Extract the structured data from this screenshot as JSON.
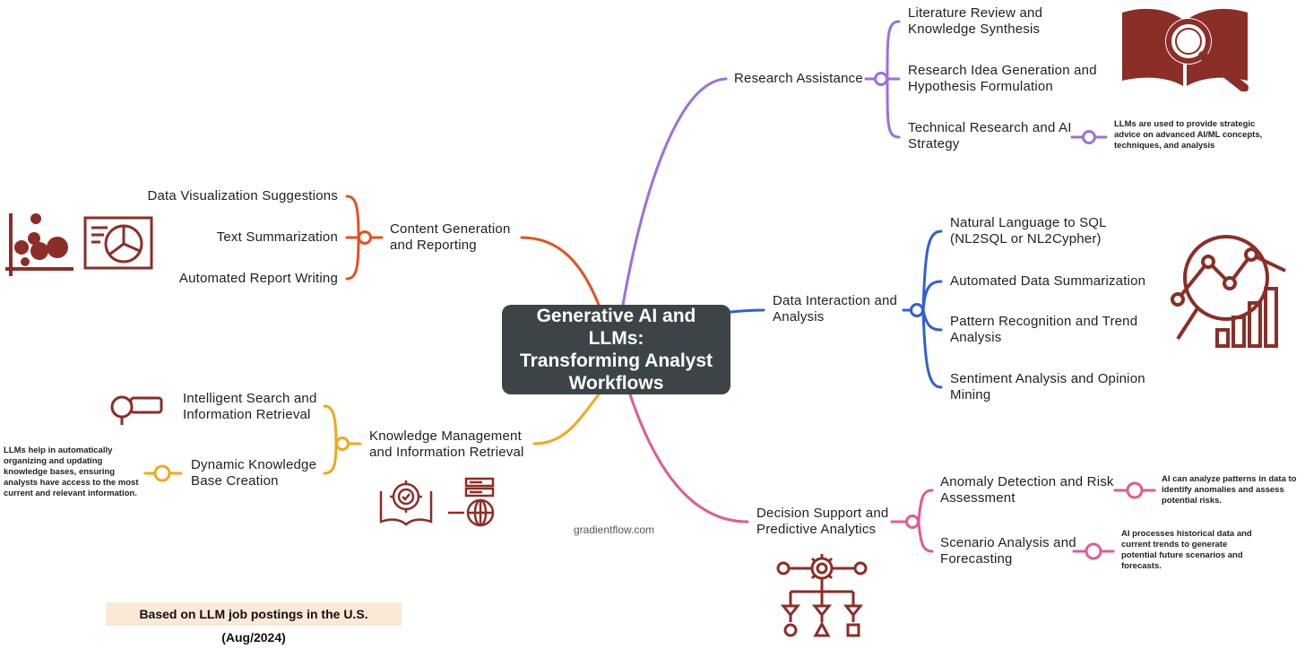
{
  "center": {
    "title": "Generative AI and LLMs:\nTransforming Analyst\nWorkflows"
  },
  "colors": {
    "research": "#9b6fe0",
    "data": "#2f5fd8",
    "decision": "#e05a97",
    "knowledge": "#f0a81b",
    "content": "#e2531f",
    "icon": "#8b2e27",
    "center_bg": "#3d4448",
    "footer_bg": "#fbe9d6"
  },
  "branches": {
    "research": {
      "label": "Research Assistance",
      "children": [
        "Literature Review and Knowledge Synthesis",
        "Research Idea Generation and Hypothesis Formulation",
        "Technical Research and AI Strategy"
      ],
      "note": "LLMs are used to provide strategic advice on advanced AI/ML concepts, techniques, and analysis",
      "icon": "book-magnifier-icon"
    },
    "data": {
      "label": "Data Interaction and Analysis",
      "children": [
        "Natural Language to SQL (NL2SQL or NL2Cypher)",
        "Automated Data Summarization",
        "Pattern Recognition and Trend Analysis",
        "Sentiment Analysis and Opinion Mining"
      ],
      "icon": "trend-analysis-icon"
    },
    "decision": {
      "label": "Decision Support and Predictive Analytics",
      "children": [
        "Anomaly Detection and Risk Assessment",
        "Scenario Analysis and Forecasting"
      ],
      "notes": [
        "AI can analyze patterns in data to identify anomalies and assess potential risks.",
        "AI processes historical data and current trends to generate potential future scenarios and forecasts."
      ],
      "icon": "decision-flow-icon"
    },
    "knowledge": {
      "label": "Knowledge Management and Information Retrieval",
      "children": [
        "Intelligent Search and Information Retrieval",
        "Dynamic Knowledge Base Creation"
      ],
      "note": "LLMs help in automatically organizing and updating knowledge bases, ensuring analysts have access to the most current and relevant information.",
      "icons": [
        "search-bar-icon",
        "gear-book-icon",
        "server-globe-icon"
      ]
    },
    "content": {
      "label": "Content Generation and Reporting",
      "children": [
        "Data Visualization Suggestions",
        "Text Summarization",
        "Automated Report Writing"
      ],
      "icons": [
        "bubble-chart-icon",
        "pie-report-icon"
      ]
    }
  },
  "source": "gradientflow.com",
  "footer": "Based on LLM job postings in the U.S. (Aug/2024)"
}
